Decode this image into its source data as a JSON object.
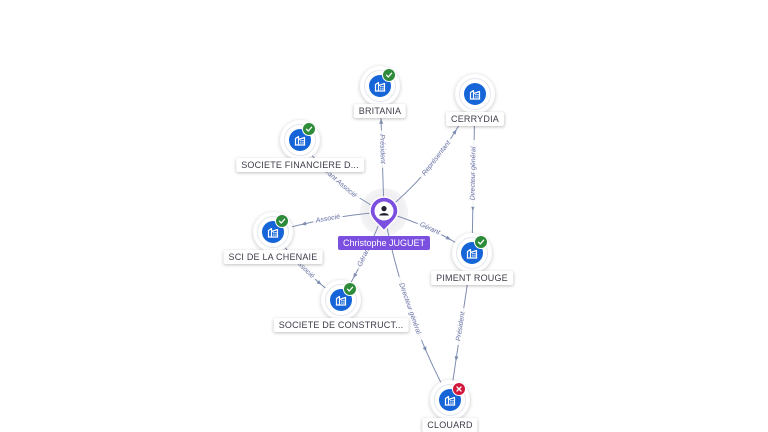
{
  "graph": {
    "center": {
      "name": "Christophe JUGUET",
      "icon": "person-icon",
      "color": "#7b4fe0"
    },
    "companies": [
      {
        "id": "britania",
        "name": "BRITANIA",
        "status": "active"
      },
      {
        "id": "cerrydia",
        "name": "CERRYDIA",
        "status": "none"
      },
      {
        "id": "sfd",
        "name": "SOCIETE FINANCIERE D...",
        "status": "active"
      },
      {
        "id": "chenaie",
        "name": "SCI DE LA CHENAIE",
        "status": "active"
      },
      {
        "id": "piment",
        "name": "PIMENT ROUGE",
        "status": "active"
      },
      {
        "id": "construct",
        "name": "SOCIETE DE CONSTRUCT...",
        "status": "active"
      },
      {
        "id": "clouard",
        "name": "CLOUARD",
        "status": "closed"
      }
    ],
    "links": [
      {
        "from": "center",
        "to": "britania",
        "label": "Président"
      },
      {
        "from": "center",
        "to": "cerrydia",
        "label": "Représentant"
      },
      {
        "from": "center",
        "to": "sfd",
        "label": "Gérant Associé"
      },
      {
        "from": "center",
        "to": "chenaie",
        "label": "Associé"
      },
      {
        "from": "center",
        "to": "piment",
        "label": "Gérant"
      },
      {
        "from": "center",
        "to": "construct",
        "label": "Gérant"
      },
      {
        "from": "center",
        "to": "clouard",
        "label": "Directeur général"
      },
      {
        "from": "chenaie",
        "to": "construct",
        "label": "Associé"
      },
      {
        "from": "cerrydia",
        "to": "piment",
        "label": "Directeur général"
      },
      {
        "from": "piment",
        "to": "clouard",
        "label": "Président"
      }
    ],
    "colors": {
      "company": "#1565d8",
      "active": "#2e8b3a",
      "closed": "#d11a3b",
      "edge": "#7e8db0",
      "edge_label": "#6b74a6"
    },
    "icons": {
      "company": "building-icon",
      "active": "check-badge-icon",
      "closed": "close-badge-icon"
    }
  }
}
